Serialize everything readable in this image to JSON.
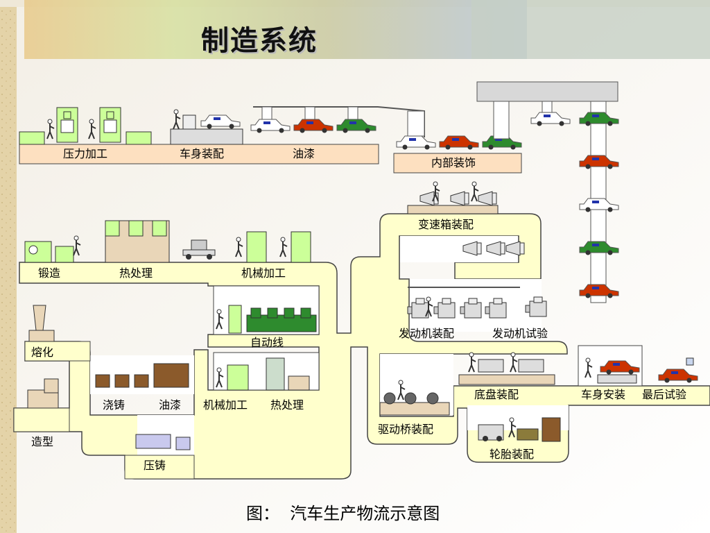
{
  "title": "制造系统",
  "caption": "图：  汽车生产物流示意图",
  "colors": {
    "track_fill": "#ffffcc",
    "track_stroke": "#444444",
    "band_fill": "#fde0c0",
    "machine_green": "#ccff99",
    "car_red": "#cc3300",
    "car_green": "#2e8b2e",
    "car_white": "#ffffff"
  },
  "stations": {
    "press": "压力加工",
    "body_assembly": "车身装配",
    "paint_top": "油漆",
    "interior": "内部装饰",
    "forging": "锻造",
    "heat_treat_top": "热处理",
    "machining_top": "机械加工",
    "automatic_line": "自动线",
    "machining_bottom": "机械加工",
    "heat_treat_bottom": "热处理",
    "melting": "熔化",
    "casting": "浇铸",
    "paint_bottom": "油漆",
    "molding": "造型",
    "die_casting": "压铸",
    "gearbox_assembly": "变速箱装配",
    "engine_assembly": "发动机装配",
    "engine_test": "发动机试验",
    "drive_axle_assembly": "驱动桥装配",
    "chassis_assembly": "底盘装配",
    "body_mounting": "车身安装",
    "final_test": "最后试验",
    "tire_assembly": "轮胎装配"
  }
}
